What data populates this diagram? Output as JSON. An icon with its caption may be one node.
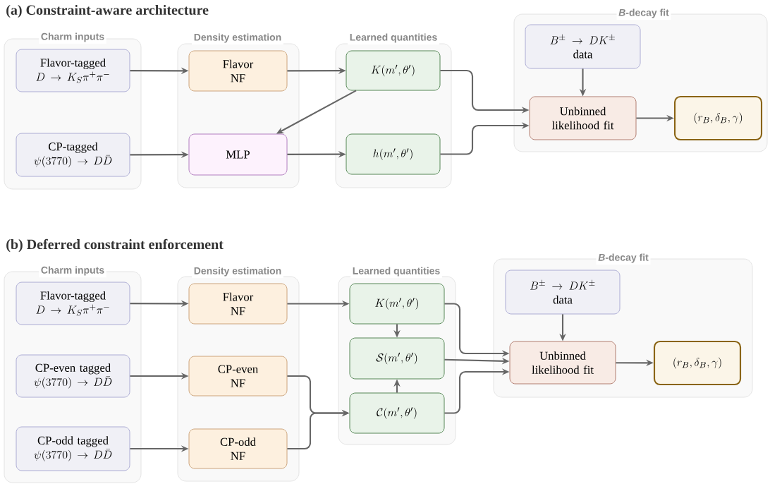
{
  "diagram": {
    "nodes": [
      {
        "text": [
          "Charm inputs"
        ]
      },
      {
        "text": [
          "Flavor-tagged",
          "D \\to K_S\\pi^+\\pi^-"
        ],
        "in": 0
      },
      {
        "text": [
          "CP-tagged",
          "\\psi(3770) \\to D\\bar{D}"
        ],
        "in": 0
      },
      {
        "text": [
          "Density estimation"
        ]
      },
      {
        "text": [
          "Flavor NF"
        ],
        "in": 3
      },
      {
        "text": [
          "MLP"
        ],
        "in": 3
      },
      {
        "text": [
          "Learned quantities"
        ]
      },
      {
        "text": [
          "K(m',\\theta')"
        ],
        "in": 6
      },
      {
        "text": [
          "h(m',\\theta')"
        ],
        "in": 6
      },
      {
        "text": [
          "*B*-decay fit"
        ]
      },
      {
        "text": [
          "B^\\pm \\to DK^\\pm",
          "data"
        ],
        "in": 9
      },
      {
        "text": [
          "Unbinned likelihood fit"
        ],
        "in": 9
      },
      {
        "text": [
          "(r_B,\\delta_B,\\gamma)"
        ],
        "in": 9
      },
      {
        "text": [
          "Charm inputs"
        ]
      },
      {
        "text": [
          "Flavor-tagged",
          "D \\to K_S\\pi^+\\pi^-"
        ],
        "in": 13
      },
      {
        "text": [
          "CP-even tagged",
          "\\psi(3770) \\to D\\bar{D}"
        ],
        "in": 13
      },
      {
        "text": [
          "CP-odd tagged",
          "\\psi(3770) \\to D\\bar{D}"
        ],
        "in": 13
      },
      {
        "text": [
          "Density estimation"
        ]
      },
      {
        "text": [
          "Flavor NF"
        ],
        "in": 17
      },
      {
        "text": [
          "CP-even NF"
        ],
        "in": 17
      },
      {
        "text": [
          "CP-odd NF"
        ],
        "in": 17
      },
      {
        "text": [
          "Learned quantities"
        ]
      },
      {
        "text": [
          "K(m',\\theta')"
        ],
        "in": 21
      },
      {
        "text": [
          "\\mathcal{S}(m',\\theta')"
        ],
        "in": 21
      },
      {
        "text": [
          "\\mathcal{C}(m',\\theta')"
        ],
        "in": 21
      },
      {
        "text": [
          "*B*-decay fit"
        ]
      },
      {
        "text": [
          "B^\\pm \\to DK^\\pm",
          "data"
        ],
        "in": 25
      },
      {
        "text": [
          "Unbinned likelihood fit"
        ],
        "in": 25
      },
      {
        "text": [
          "(r_B,\\delta_B,\\gamma)"
        ],
        "in": 25
      }
    ],
    "edges": [
      {
        "from": 1,
        "to": 4,
        "arrow": "to"
      },
      {
        "from": 2,
        "to": 5,
        "arrow": "to"
      },
      {
        "from": 4,
        "to": 7,
        "arrow": "to"
      },
      {
        "from": 7,
        "to": 5,
        "arrow": "to"
      },
      {
        "from": 5,
        "to": 8,
        "arrow": "to"
      },
      {
        "from": 7,
        "to": 11,
        "arrow": "to"
      },
      {
        "from": 8,
        "to": 11,
        "arrow": "to"
      },
      {
        "from": 10,
        "to": 11,
        "arrow": "to"
      },
      {
        "from": 11,
        "to": 12,
        "arrow": "to"
      },
      {
        "from": 14,
        "to": 18,
        "arrow": "to"
      },
      {
        "from": 15,
        "to": 19,
        "arrow": "to"
      },
      {
        "from": 16,
        "to": 20,
        "arrow": "to"
      },
      {
        "from": 18,
        "to": 22,
        "arrow": "to"
      },
      {
        "from": 19,
        "to": 24,
        "arrow": "to"
      },
      {
        "from": 20,
        "to": 24,
        "arrow": "to"
      },
      {
        "from": 22,
        "to": 23,
        "arrow": "to"
      },
      {
        "from": 24,
        "to": 23,
        "arrow": "to"
      },
      {
        "from": 22,
        "to": 27,
        "arrow": "to"
      },
      {
        "from": 23,
        "to": 27,
        "arrow": "to"
      },
      {
        "from": 24,
        "to": 27,
        "arrow": "to"
      },
      {
        "from": 26,
        "to": 27,
        "arrow": "to"
      },
      {
        "from": 27,
        "to": 28,
        "arrow": "to"
      }
    ],
    "labels": [
      "(a) Constraint-aware architecture",
      "(b) Deferred constraint enforcement"
    ]
  }
}
